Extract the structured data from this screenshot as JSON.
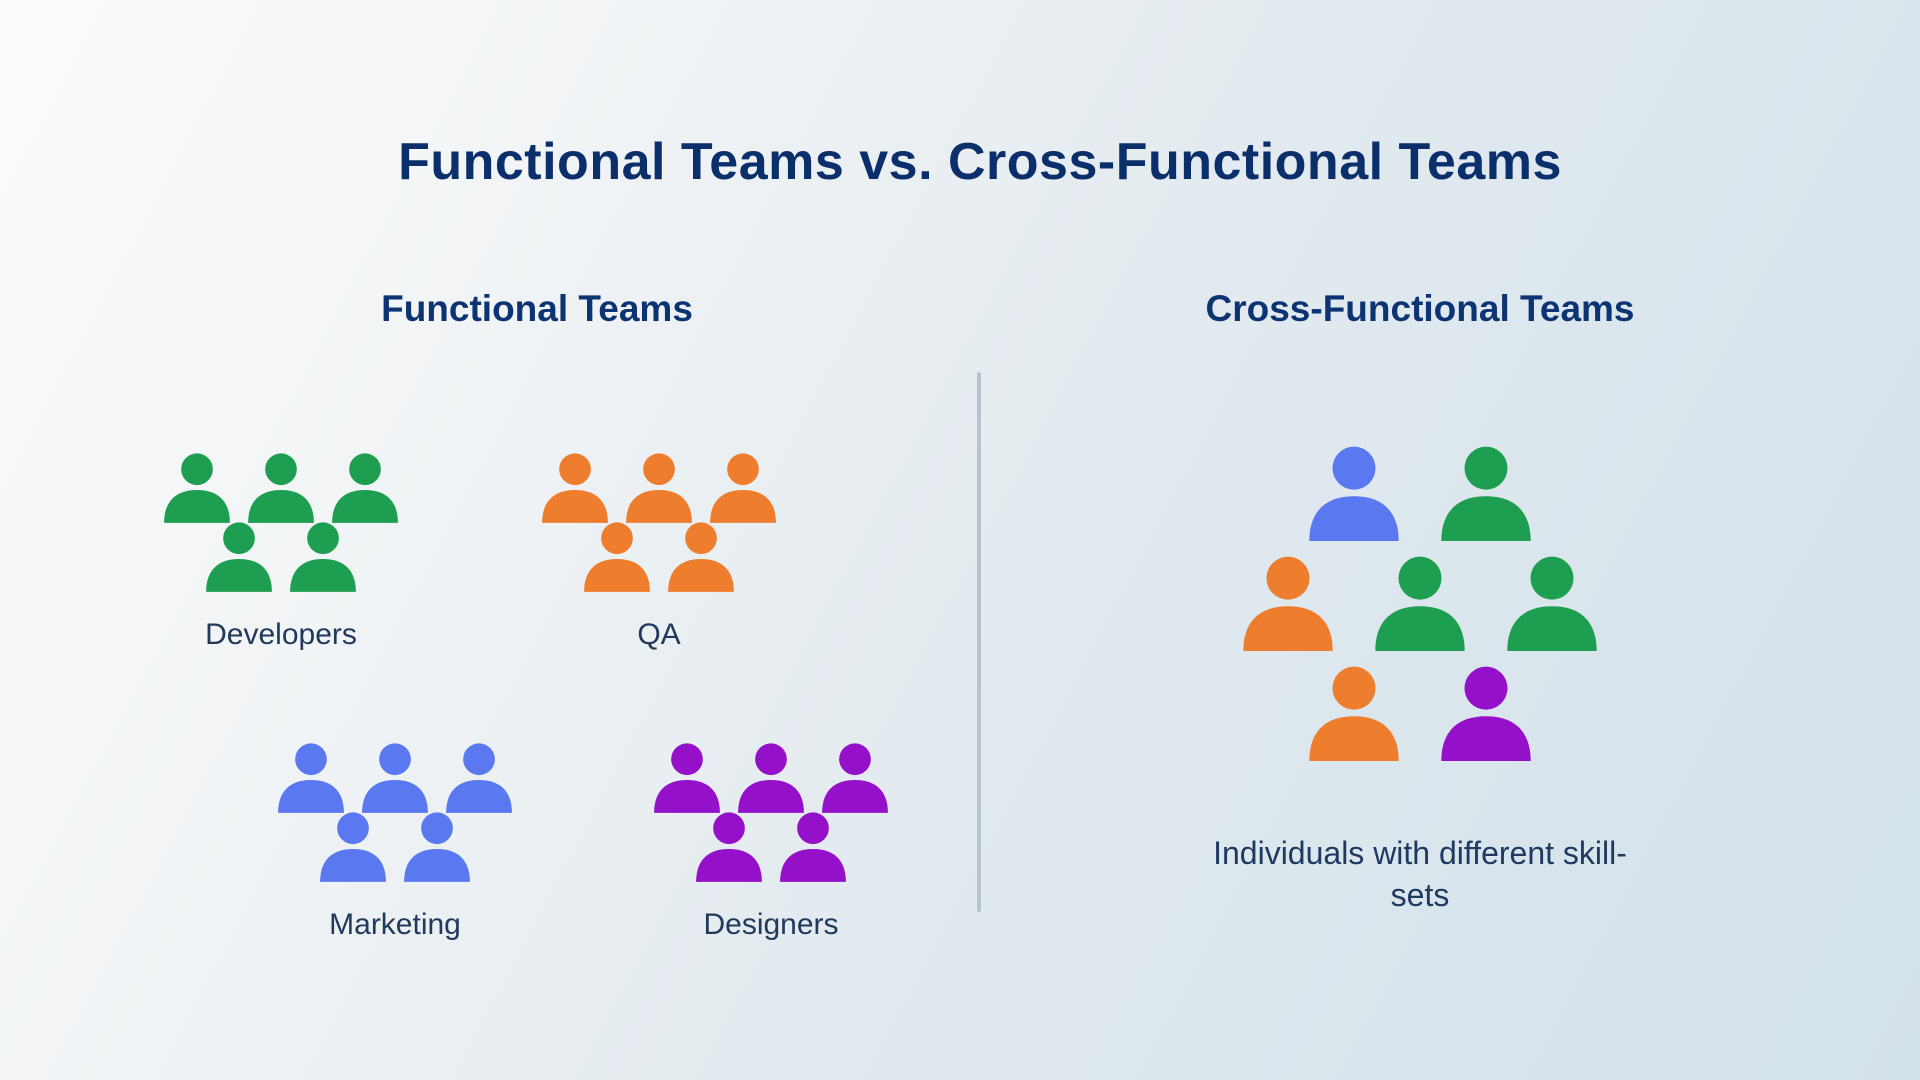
{
  "title": "Functional Teams vs. Cross-Functional Teams",
  "palette": {
    "green": "#1d9e50",
    "orange": "#ee7d2e",
    "blue": "#5a78ef",
    "purple": "#9410c9"
  },
  "functional": {
    "heading": "Functional Teams",
    "groups": [
      {
        "label": "Developers",
        "color": "green",
        "rows": [
          3,
          2
        ]
      },
      {
        "label": "QA",
        "color": "orange",
        "rows": [
          3,
          2
        ]
      },
      {
        "label": "Marketing",
        "color": "blue",
        "rows": [
          3,
          2
        ]
      },
      {
        "label": "Designers",
        "color": "purple",
        "rows": [
          3,
          2
        ]
      }
    ]
  },
  "cross_functional": {
    "heading": "Cross-Functional Teams",
    "member_rows": [
      [
        "blue",
        "green"
      ],
      [
        "orange",
        "green",
        "green"
      ],
      [
        "orange",
        "purple"
      ]
    ],
    "caption": "Individuals with different skill-sets"
  }
}
